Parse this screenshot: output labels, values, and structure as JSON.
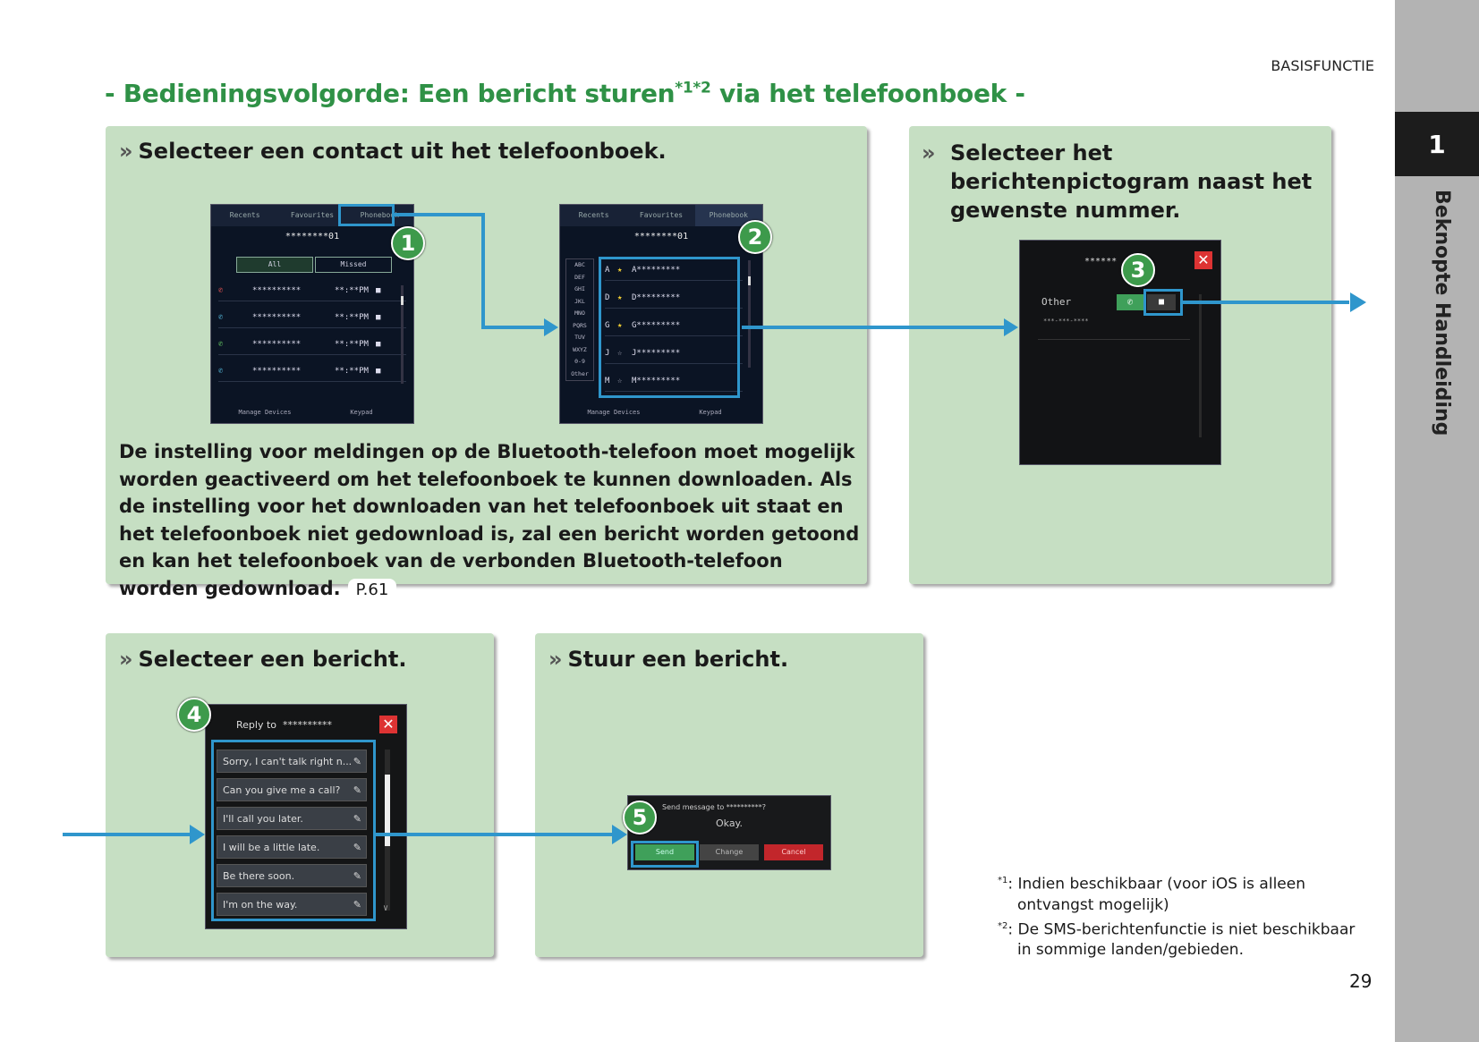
{
  "sidebar": {
    "chapter_number": "1",
    "chapter_title": "Beknopte Handleiding"
  },
  "section_label": "BASISFUNCTIE",
  "page_title": {
    "main": "- Bedieningsvolgorde: Een bericht sturen",
    "sup": "*1*2",
    "tail": " via het telefoonboek -"
  },
  "steps": {
    "step1": "Selecteer een contact uit het telefoonboek.",
    "step2": "Selecteer het berichtenpictogram naast het gewenste nummer.",
    "step3": "Selecteer een bericht.",
    "step4": "Stuur een bericht."
  },
  "chevron": "»",
  "note": {
    "text": "De instelling voor meldingen op de Bluetooth-telefoon moet mogelijk worden geactiveerd om het telefoonboek te kunnen downloaden. Als de instelling voor het downloaden van het telefoonboek uit staat en het telefoonboek niet gedownload is, zal een bericht worden getoond en kan het telefoonboek van de verbonden Bluetooth-telefoon worden gedownload.",
    "ref": "P.61"
  },
  "callouts": [
    "1",
    "2",
    "3",
    "4",
    "5"
  ],
  "screen1": {
    "tabs": [
      "Recents",
      "Favourites",
      "Phonebook"
    ],
    "number": "********01",
    "filters": [
      "All",
      "Missed"
    ],
    "rows": [
      {
        "name": "**********",
        "time": "**:**PM"
      },
      {
        "name": "**********",
        "time": "**:**PM"
      },
      {
        "name": "**********",
        "time": "**:**PM"
      },
      {
        "name": "**********",
        "time": "**:**PM"
      }
    ],
    "footer": [
      "Manage Devices",
      "Keypad"
    ]
  },
  "screen2": {
    "tabs": [
      "Recents",
      "Favourites",
      "Phonebook"
    ],
    "number": "********01",
    "index": [
      "ABC",
      "DEF",
      "GHI",
      "JKL",
      "MNO",
      "PQRS",
      "TUV",
      "WXYZ",
      "0-9",
      "Other"
    ],
    "contacts": [
      {
        "letter": "A",
        "name": "A*********"
      },
      {
        "letter": "D",
        "name": "D*********"
      },
      {
        "letter": "G",
        "name": "G*********"
      },
      {
        "letter": "J",
        "name": "J*********"
      },
      {
        "letter": "M",
        "name": "M*********"
      }
    ],
    "footer": [
      "Manage Devices",
      "Keypad"
    ]
  },
  "screen3": {
    "name": "******",
    "label": "Other",
    "number": "***-***-****"
  },
  "screen4": {
    "header": "Reply to  **********",
    "messages": [
      "Sorry, I can't talk right n...",
      "Can you give me a call?",
      "I'll call you later.",
      "I will be a little late.",
      "Be there soon.",
      "I'm on the way."
    ]
  },
  "screen5": {
    "prompt": "Send message to **********?",
    "message": "Okay.",
    "buttons": [
      "Send",
      "Change",
      "Cancel"
    ]
  },
  "footnotes": [
    {
      "mark": "*1",
      "text": ": Indien beschikbaar (voor iOS is alleen ontvangst mogelijk)"
    },
    {
      "mark": "*2",
      "text": ": De SMS-berichtenfunctie is niet beschikbaar in sommige landen/gebieden."
    }
  ],
  "page_number": "29",
  "colors": {
    "title_green": "#2f9146",
    "panel_bg": "#c6dfc3",
    "arrow_blue": "#2f96cc",
    "sidebar_gray": "#b3b3b3"
  }
}
